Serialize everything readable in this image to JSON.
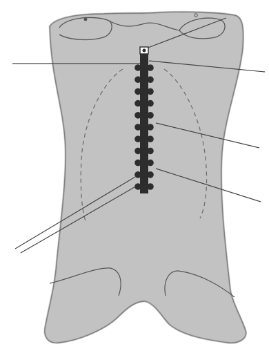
{
  "figure": {
    "colors": {
      "background": "#ffffff",
      "body_fill": "#c2c2c2",
      "body_outline": "#555555",
      "dashed_line": "#6f6f6f",
      "spine": "#2d2d2d",
      "leader_line": "#444444"
    },
    "vertebra_count": 11,
    "labels": [
      {
        "id": "label-line-top-left",
        "text": ""
      },
      {
        "id": "label-line-top-right",
        "text": ""
      },
      {
        "id": "label-line-middle-right",
        "text": ""
      },
      {
        "id": "label-line-lower-right",
        "text": ""
      },
      {
        "id": "label-line-lower-left",
        "text": ""
      }
    ]
  }
}
